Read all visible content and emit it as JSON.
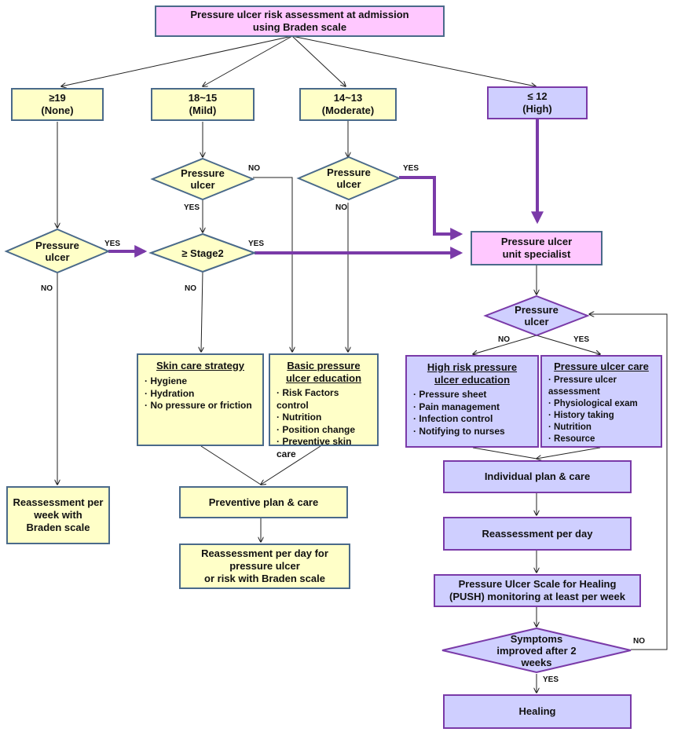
{
  "top": {
    "line1": "Pressure ulcer risk assessment at admission",
    "line2": "using Braden scale"
  },
  "risk_levels": [
    {
      "range": "≥19",
      "label": "(None)"
    },
    {
      "range": "18~15",
      "label": "(Mild)"
    },
    {
      "range": "14~13",
      "label": "(Moderate)"
    },
    {
      "range": "≤ 12",
      "label": "(High)"
    }
  ],
  "decisions": {
    "pressure_ulcer_line1": "Pressure",
    "pressure_ulcer_line2": "ulcer",
    "stage2": "≥ Stage2",
    "symptoms_line1": "Symptoms",
    "symptoms_line2": "improved after 2",
    "symptoms_line3": "weeks"
  },
  "labels": {
    "yes": "YES",
    "no": "NO"
  },
  "specialist": {
    "line1": "Pressure ulcer",
    "line2": "unit specialist"
  },
  "skin_care": {
    "title": "Skin care strategy",
    "items": [
      "Hygiene",
      "Hydration",
      "No pressure or friction"
    ]
  },
  "basic_education": {
    "title_line1": "Basic pressure",
    "title_line2": "ulcer education",
    "items": [
      "Risk Factors control",
      "Nutrition",
      "Position change",
      "Preventive skin care"
    ]
  },
  "high_risk_education": {
    "title_line1": "High risk pressure",
    "title_line2": "ulcer education",
    "items": [
      "Pressure sheet",
      "Pain management",
      "Infection control",
      "Notifying to nurses"
    ]
  },
  "pressure_ulcer_care": {
    "title": "Pressure ulcer care",
    "items": [
      "Pressure ulcer assessment",
      "Physiological exam",
      "History taking",
      "Nutrition",
      "Resource"
    ]
  },
  "reassess_week": {
    "line1": "Reassessment per",
    "line2": "week with",
    "line3": "Braden scale"
  },
  "preventive_plan": "Preventive plan & care",
  "reassess_day_braden": {
    "line1": "Reassessment per day for",
    "line2": "pressure ulcer",
    "line3": "or risk with Braden scale"
  },
  "individual_plan": "Individual plan & care",
  "reassess_day": "Reassessment per day",
  "push": {
    "line1": "Pressure Ulcer Scale for Healing",
    "line2": "(PUSH) monitoring at least per week"
  },
  "healing": "Healing",
  "colors": {
    "yellow": "#ffffc8",
    "purple": "#cfcfff",
    "pink": "#ffc8ff",
    "purple_line": "#7a3aa8",
    "blue_border": "#4a6a8a"
  }
}
